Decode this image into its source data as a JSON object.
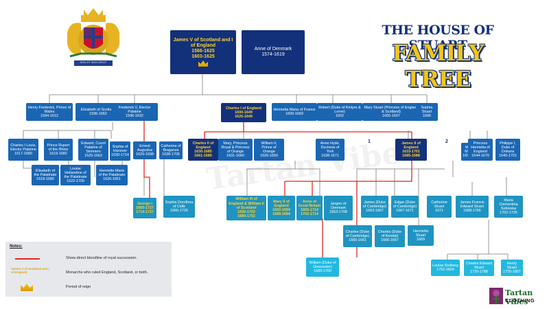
{
  "title": {
    "line1": "THE HOUSE OF STUART",
    "line2": "FAMILY TREE"
  },
  "coat_of_arms": {
    "motto": "DIEU ET MON DROIT"
  },
  "brand": {
    "line1": "Tartan Vibes",
    "line2": "CLOTHING"
  },
  "watermark": "Tartan Vibes",
  "generation_markers": {
    "first": "1",
    "second": "2"
  },
  "colors": {
    "navy": "#13317a",
    "blue": "#1a66b3",
    "teal": "#1f94c2",
    "light": "#22b8e0",
    "gold": "#ffd22e",
    "bloodline": "#e0261f"
  },
  "root": {
    "james": {
      "name": "James V of Scotland and I of England",
      "dates1": "1566-1625",
      "dates2": "1603-1625"
    },
    "anne": {
      "name": "Anne of Denmark",
      "dates": "1574-1619"
    }
  },
  "gen2": {
    "henry_frederick": {
      "name": "Henry Frederick, Prince of Wales",
      "dates": "1594-1612"
    },
    "elizabeth": {
      "name": "Elizabeth of Scotland",
      "dates": "1596-1662"
    },
    "frederick_v": {
      "name": "Frederick V, Elector Palatine",
      "dates": "1596-1632"
    },
    "charles_i": {
      "name": "Charles I of England",
      "dates1": "1600-1649",
      "dates2": "1625-1649"
    },
    "henrietta_maria": {
      "name": "Henrietta Maria of France",
      "dates": "1609-1669"
    },
    "robert": {
      "name": "Robert (Duke of Kintyre & Lorne)",
      "dates": "1602"
    },
    "mary_stuart": {
      "name": "Mary Stuart (Princess of England & Scotland)",
      "dates": "1605-1607"
    },
    "sophia": {
      "name": "Sophia Stuart",
      "dates": "1606"
    }
  },
  "gen3": {
    "charles_louis": {
      "name": "Charles I Louis, Elector Palatine",
      "dates": "1617-1680"
    },
    "rupert": {
      "name": "Prince Rupert of the Rhine",
      "dates": "1619-1682"
    },
    "edward": {
      "name": "Edward, Count Palatine of Simmern",
      "dates": "1625-1663"
    },
    "sophia_hanover": {
      "name": "Sophia of Hanover",
      "dates": "1630-1714"
    },
    "ernest_augustus": {
      "name": "Ernest Augustus",
      "dates": "1629-1698"
    },
    "catherine": {
      "name": "Catherine of Braganza",
      "dates": "1638-1705"
    },
    "charles_ii": {
      "name": "Charles II of England",
      "dates1": "1630-1685",
      "dates2": "1661-1685"
    },
    "mary_princess": {
      "name": "Mary, Princess Royal & Princess of Orange",
      "dates": "1631-1660"
    },
    "william_ii": {
      "name": "William II, Prince of Orange",
      "dates": "1626-1650"
    },
    "anne_hyde": {
      "name": "Anne Hyde, Duchess of York",
      "dates": "1638-1671"
    },
    "james_ii": {
      "name": "James II of England",
      "dates1": "1633-1701",
      "dates2": "1685-1688"
    },
    "mary_modena": {
      "name": "Mary of Modena",
      "dates": "1658-1718"
    },
    "henrietta_england": {
      "name": "Princess Henrietta of England",
      "dates": "1644-1670"
    },
    "philippe": {
      "name": "Philippe I, Duke of Orléans",
      "dates": "1640-1701"
    },
    "elisabeth": {
      "name": "Elisabeth of the Palatinate",
      "dates": "1618-1680"
    },
    "louise": {
      "name": "Louise Hollandine of the Palatinate",
      "dates": "1622-1709"
    },
    "henriette_marie": {
      "name": "Henriette Marie of the Palatinate",
      "dates": "1626-1651"
    }
  },
  "gen4": {
    "george_i": {
      "name": "George I",
      "dates1": "1660-1727",
      "dates2": "1714-1727"
    },
    "sophia_dorothea": {
      "name": "Sophia Dorothea of Celle",
      "dates": "1666-1726"
    },
    "william_iii": {
      "name": "William III of England & William II of Scotland",
      "dates1": "1650-1702",
      "dates2": "1689-1702"
    },
    "mary_ii": {
      "name": "Mary II of England",
      "dates1": "1662-1694",
      "dates2": "1689-1694"
    },
    "anne_gb": {
      "name": "Anne of Great Britain",
      "dates1": "1665-1714",
      "dates2": "1702-1714"
    },
    "jorgen": {
      "name": "Jørgen of Denmark",
      "dates": "1653-1708"
    },
    "james_cambridge": {
      "name": "James (Duke of Cambridge)",
      "dates": "1663-1667"
    },
    "edgar": {
      "name": "Edgar (Duke of Cambridge)",
      "dates": "1667-1671"
    },
    "catherine_stuart": {
      "name": "Catherine Stuart",
      "dates": "1671"
    },
    "james_francis": {
      "name": "James Francis Edward Stuart",
      "dates": "1688-1766"
    },
    "maria_clementina": {
      "name": "Maria Clementina Sobieska",
      "dates": "1702-1735"
    },
    "charles_cambridge": {
      "name": "Charles (Duke of Cambridge)",
      "dates": "1660-1661"
    },
    "charles_kendal": {
      "name": "Charles (Duke of Kendal)",
      "dates": "1666-1667"
    },
    "henrietta_stuart": {
      "name": "Henrietta Stuart",
      "dates": "1669"
    }
  },
  "gen5": {
    "william_gloucester": {
      "name": "William (Duke of Gloucester)",
      "dates": "1689-1700"
    },
    "louisa": {
      "name": "Louisa Stolberg",
      "dates": "1752-1824"
    },
    "charles_edward": {
      "name": "Charles Edward Stuart",
      "dates": "1720-1788"
    },
    "henry_stuart": {
      "name": "Henry Stuart",
      "dates": "1725-1807"
    }
  },
  "legend": {
    "heading": "Notes:",
    "bloodline_text": "Show direct bloodline of royal succession.",
    "monarch_sample": "James V of Scotland and I of England",
    "monarch_text": "Monarchs who ruled England, Scotland, or both.",
    "reign_text": "Period of reign"
  }
}
